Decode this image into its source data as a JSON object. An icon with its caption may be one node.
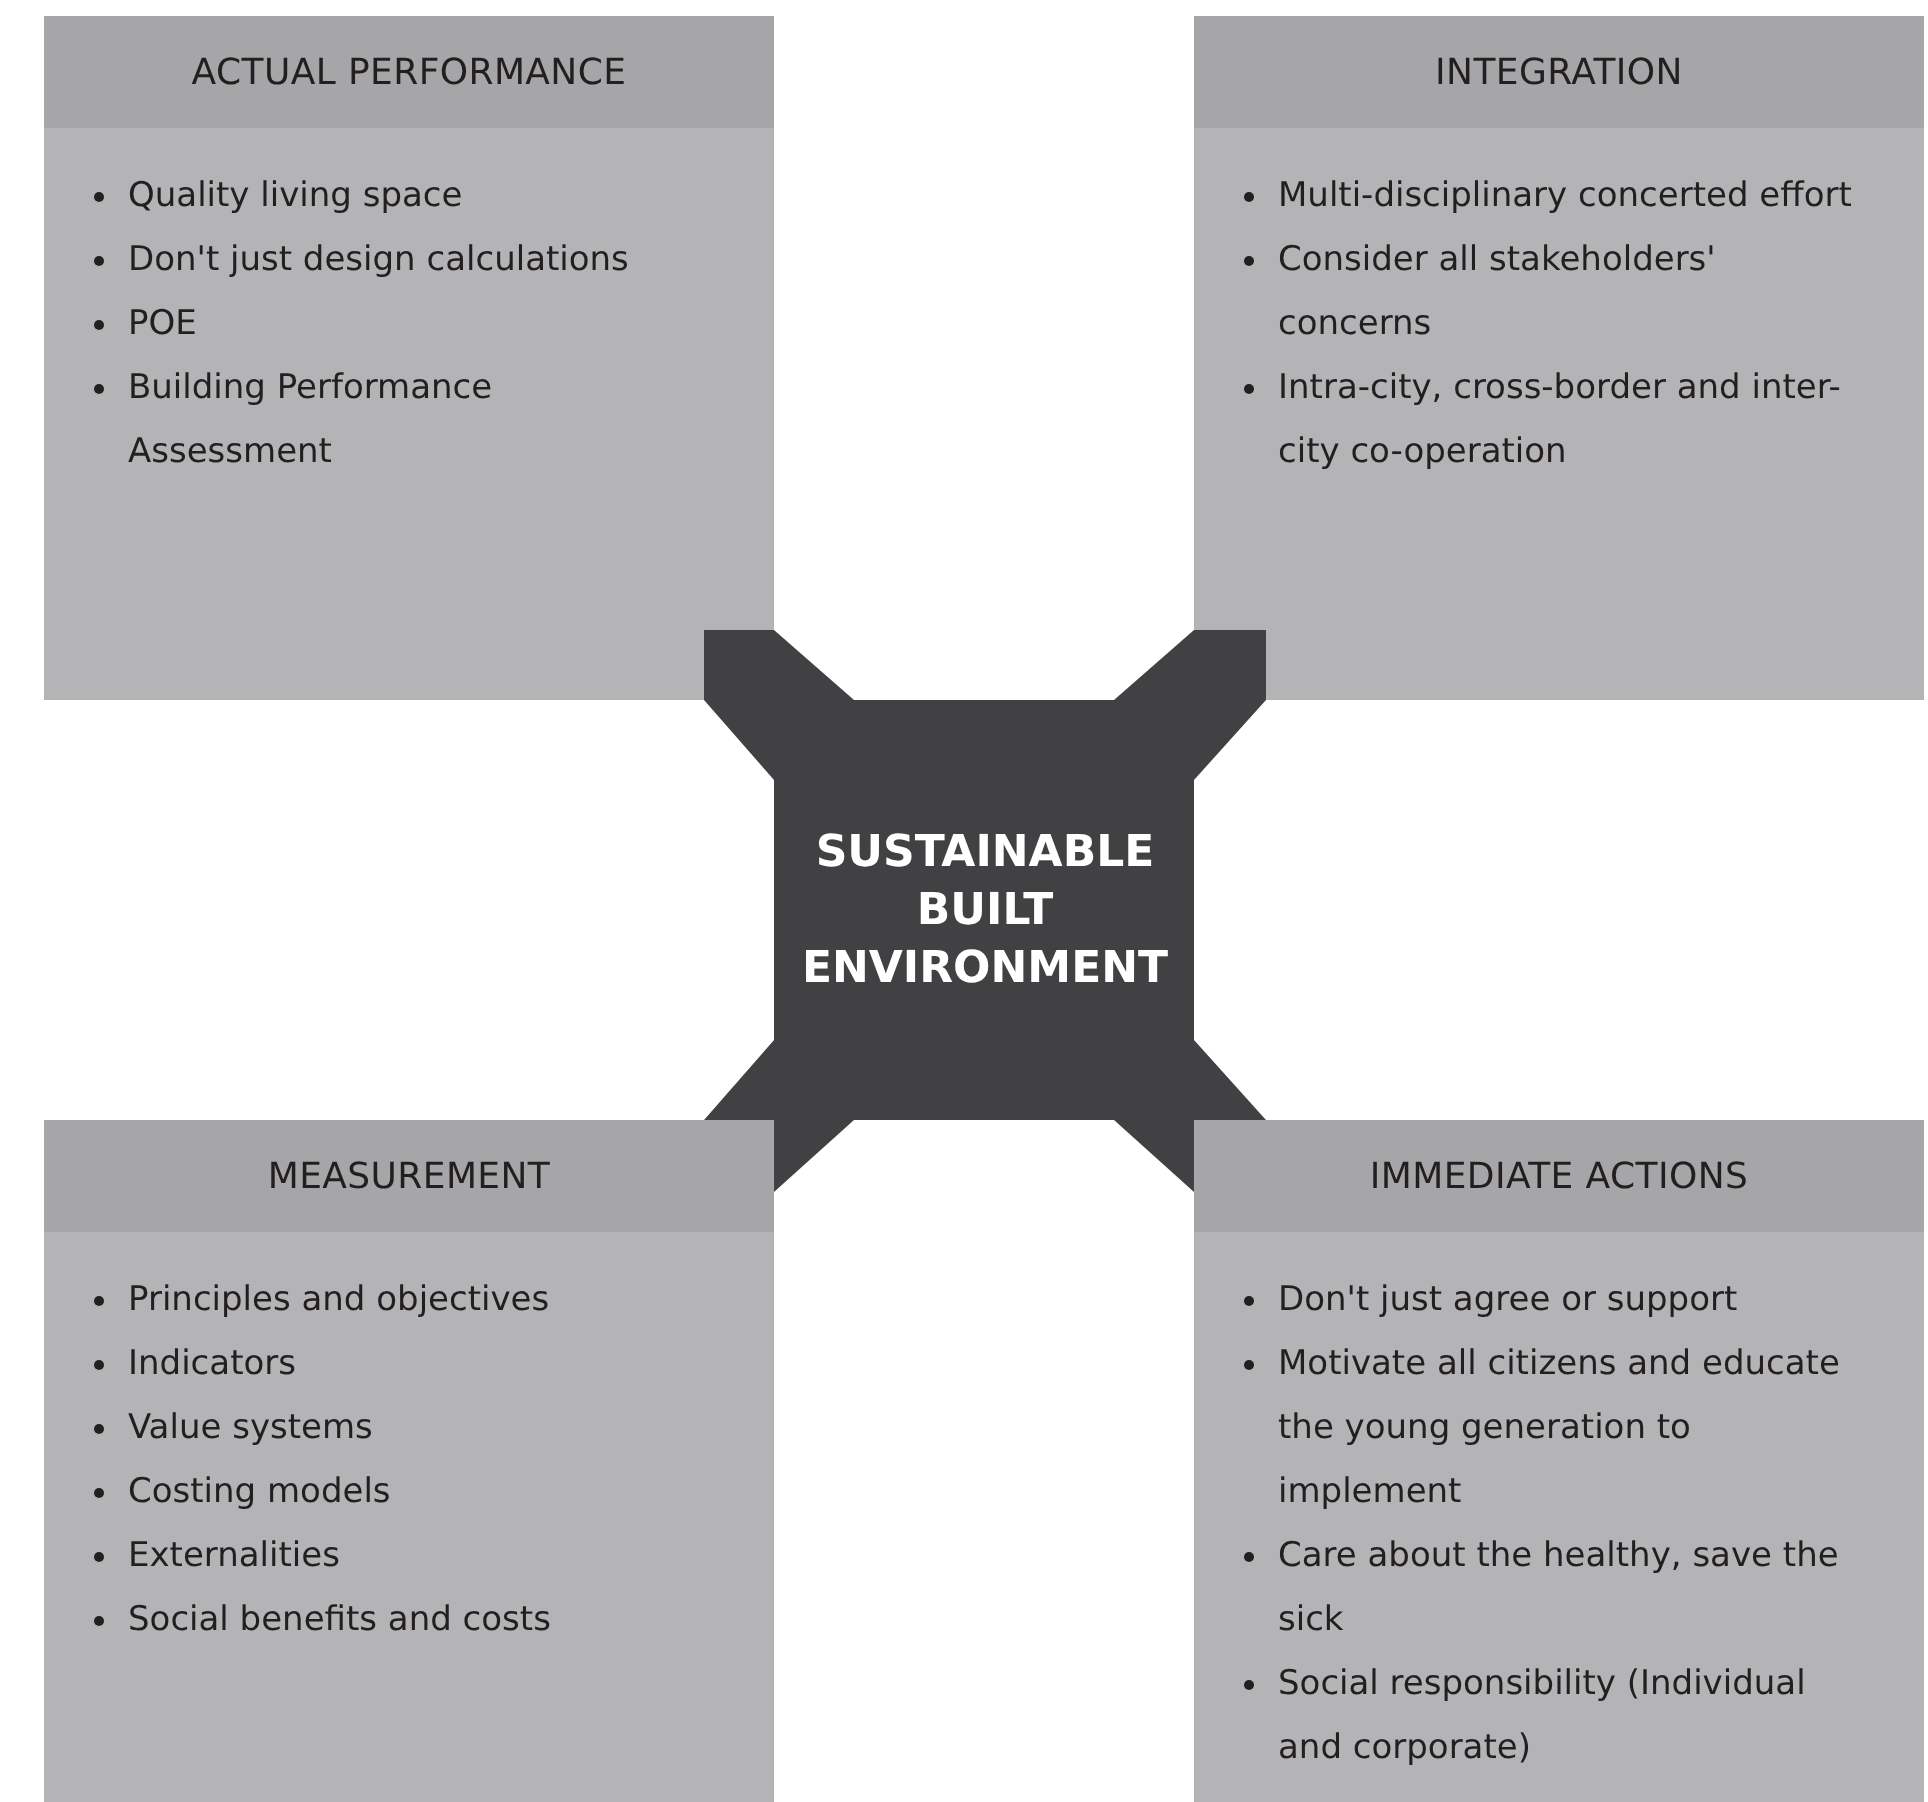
{
  "diagram": {
    "nodes": [
      {
        "text": [
          "ACTUAL PERFORMANCE",
          "Quality living space",
          "Don't just design calculations",
          "POE",
          "Building Performance Assessment"
        ]
      },
      {
        "text": [
          "INTEGRATION",
          "Multi-disciplinary concerted effort",
          "Consider all stakeholders' concerns",
          "Intra-city, cross-border and inter-city co-operation"
        ]
      },
      {
        "text": [
          "SUSTAINABLE BUILT ENVIRONMENT"
        ]
      },
      {
        "text": [
          "MEASUREMENT",
          "Principles and objectives",
          "Indicators",
          "Value systems",
          "Costing models",
          "Externalities",
          "Social benefits and costs"
        ]
      },
      {
        "text": [
          "IMMEDIATE ACTIONS",
          "Don't just agree or support",
          "Motivate all citizens and educate the young generation to implement",
          "Care about the healthy, save the sick",
          "Social responsibility (Individual and corporate)"
        ]
      }
    ]
  }
}
